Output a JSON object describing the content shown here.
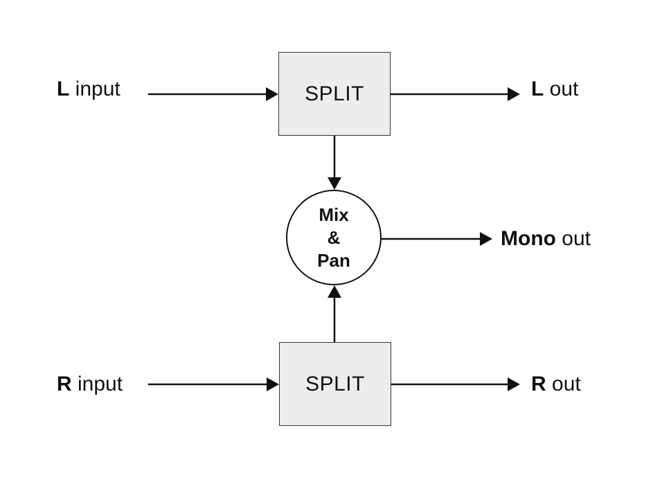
{
  "inputs": {
    "left": {
      "bold": "L",
      "rest": " input"
    },
    "right": {
      "bold": "R",
      "rest": " input"
    }
  },
  "splitters": {
    "top": {
      "label": "SPLIT"
    },
    "bottom": {
      "label": "SPLIT"
    }
  },
  "mixer": {
    "line1": "Mix",
    "line2": "&",
    "line3": "Pan"
  },
  "outputs": {
    "left": {
      "bold": "L",
      "rest": " out"
    },
    "mono": {
      "bold": "Mono",
      "rest": " out"
    },
    "right": {
      "bold": "R",
      "rest": " out"
    }
  },
  "colors": {
    "box_fill": "#ededed",
    "line": "#111111"
  }
}
